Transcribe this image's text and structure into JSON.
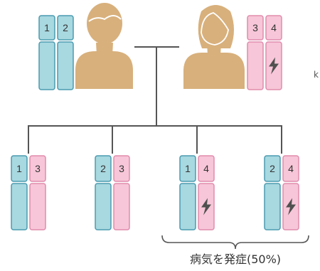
{
  "colors": {
    "male_chromosome_fill": "#a8d8e0",
    "male_chromosome_stroke": "#4a9bb0",
    "female_chromosome_fill": "#f7c6d8",
    "female_chromosome_stroke": "#e08cac",
    "person_fill": "#d8b07c",
    "line": "#555555",
    "mutation_mark": "#505050"
  },
  "parents": {
    "father": {
      "chromosomes": [
        {
          "label": "1",
          "color": "male",
          "mutation": false
        },
        {
          "label": "2",
          "color": "male",
          "mutation": false
        }
      ]
    },
    "mother": {
      "chromosomes": [
        {
          "label": "3",
          "color": "female",
          "mutation": false
        },
        {
          "label": "4",
          "color": "female",
          "mutation": true
        }
      ]
    }
  },
  "children": [
    {
      "chromosomes": [
        {
          "label": "1",
          "color": "male",
          "mutation": false
        },
        {
          "label": "3",
          "color": "female",
          "mutation": false
        }
      ]
    },
    {
      "chromosomes": [
        {
          "label": "2",
          "color": "male",
          "mutation": false
        },
        {
          "label": "3",
          "color": "female",
          "mutation": false
        }
      ]
    },
    {
      "chromosomes": [
        {
          "label": "1",
          "color": "male",
          "mutation": false
        },
        {
          "label": "4",
          "color": "female",
          "mutation": true
        }
      ]
    },
    {
      "chromosomes": [
        {
          "label": "2",
          "color": "male",
          "mutation": false
        },
        {
          "label": "4",
          "color": "female",
          "mutation": true
        }
      ]
    }
  ],
  "caption": "病気を発症(50%)",
  "edge_mark": "k"
}
